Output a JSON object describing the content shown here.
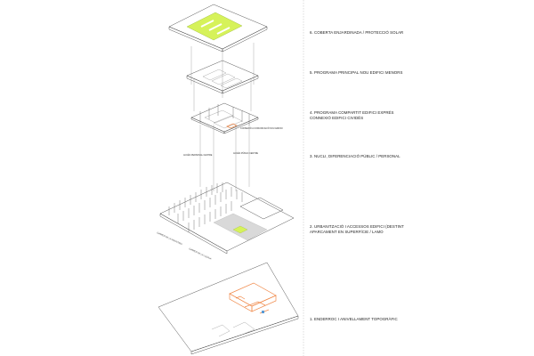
{
  "layers": [
    {
      "id": "l6",
      "text": "6. COBERTA ENJARDINADA / PROTECCIÓ SOLAR"
    },
    {
      "id": "l5",
      "text": "5. PROGRAMA PRINCIPAL NOU EDIFICI MENORS"
    },
    {
      "id": "l4a",
      "text": "4. PROGRAMA COMPARTIT EDIFICI EXPRÉS"
    },
    {
      "id": "l4b",
      "text": "CONNEXIÓ EDIFICI CIVIDÈS"
    },
    {
      "id": "l3",
      "text": "3. NUCLI, DIFERENCIACIÓ PÚBLIC / PERSONAL"
    },
    {
      "id": "l2a",
      "text": "2. URBANITZACIÓ I ACCESSOS EDIFICI (DESTINT"
    },
    {
      "id": "l2b",
      "text": "APARCAMENT EN SUPERFÍCIE / LAMO"
    },
    {
      "id": "l1",
      "text": "1. ENDERROC I ANIVELLAMENT TOPOGRÀFIC"
    }
  ],
  "annotations": {
    "connexio": "CONNEXIÓ A COMUNICACIÓ NOU EDIFICI",
    "acces_personal": "ACCÉS PERSONAL CENTRE",
    "acces_public": "ACCÉS PÚBLIC CENTRE",
    "street1": "CARRER DE LA INDÚSTRIA",
    "street2": "CARRER DE LA LLEGUA"
  },
  "colors": {
    "accent_green": "#d6f25a",
    "accent_orange": "#f08a4b",
    "line": "#444444",
    "site_gray": "#d9d9d9"
  }
}
